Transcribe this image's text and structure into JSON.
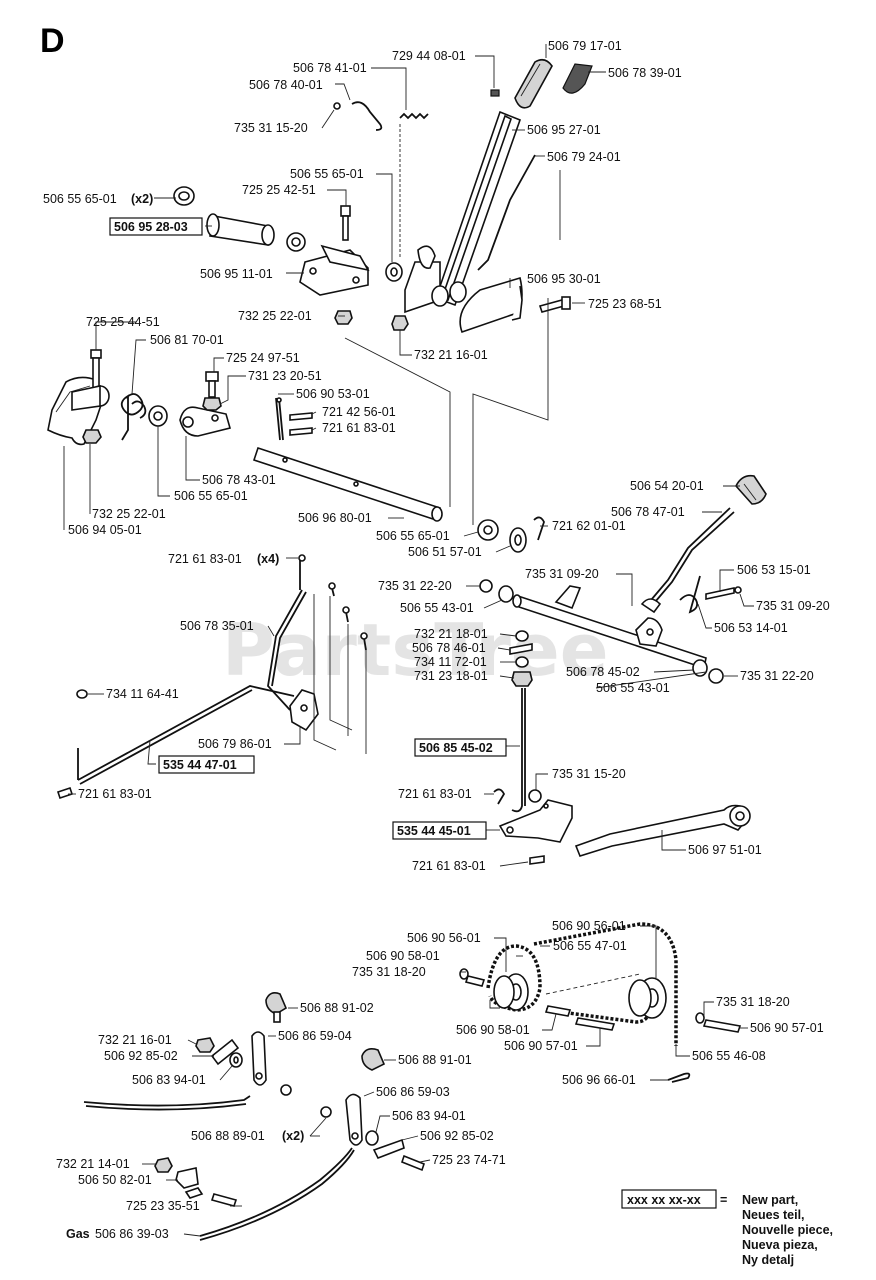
{
  "section_letter": "D",
  "watermark": "PartsTree",
  "labels": {
    "p_506791701": "506 79 17-01",
    "p_729440801": "729 44 08-01",
    "p_506784101": "506 78 41-01",
    "p_506784001": "506 78 40-01",
    "p_506783901": "506 78 39-01",
    "p_735311520a": "735 31 15-20",
    "p_506952701": "506 95 27-01",
    "p_506792401": "506 79 24-01",
    "p_506556501a": "506 55 65-01",
    "p_725254251": "725 25 42-51",
    "p_506556501b": "506 55 65-01",
    "x2a": "(x2)",
    "p_506952803": "506 95 28-03",
    "p_506951101": "506 95 11-01",
    "p_506953001": "506 95 30-01",
    "p_725236851": "725 23 68-51",
    "p_732252201a": "732 25 22-01",
    "p_732211601": "732 21 16-01",
    "p_725254451": "725 25 44-51",
    "p_506817001": "506 81 70-01",
    "p_725249751": "725 24 97-51",
    "p_731232051": "731 23 20-51",
    "p_506905301": "506 90 53-01",
    "p_721425601": "721 42 56-01",
    "p_721618301a": "721 61 83-01",
    "p_506784301": "506 78 43-01",
    "p_506556501c": "506 55 65-01",
    "p_732252201b": "732 25 22-01",
    "p_506940501": "506 94 05-01",
    "p_506968001": "506 96 80-01",
    "p_506542001": "506 54 20-01",
    "p_506784701": "506 78 47-01",
    "p_721620101": "721 62 01-01",
    "p_506556501d": "506 55 65-01",
    "p_506515701": "506 51 57-01",
    "p_721618301b": "721 61 83-01",
    "x4": "(x4)",
    "p_735312220a": "735 31 22-20",
    "p_735310920a": "735 31 09-20",
    "p_506531501": "506 53 15-01",
    "p_506554301a": "506 55 43-01",
    "p_735310920b": "735 31 09-20",
    "p_506783501": "506 78 35-01",
    "p_506531401": "506 53 14-01",
    "p_732211801": "732 21 18-01",
    "p_506784601": "506 78 46-01",
    "p_734117201": "734 11 72-01",
    "p_506784502": "506 78 45-02",
    "p_735312220b": "735 31 22-20",
    "p_731231801": "731 23 18-01",
    "p_506554301b": "506 55 43-01",
    "p_734116441": "734 11 64-41",
    "p_506798601": "506 79 86-01",
    "p_506854502": "506 85 45-02",
    "p_535444701": "535 44 47-01",
    "p_735311520b": "735 31 15-20",
    "p_721618301c": "721 61 83-01",
    "p_721618301d": "721 61 83-01",
    "p_535444501": "535 44 45-01",
    "p_506975101": "506 97 51-01",
    "p_721618301e": "721 61 83-01",
    "p_506905601a": "506 90 56-01",
    "p_506905601b": "506 90 56-01",
    "p_506905801a": "506 90 58-01",
    "p_506554701": "506 55 47-01",
    "p_735311820a": "735 31 18-20",
    "p_506889102a": "506 88 91-02",
    "p_735311820b": "735 31 18-20",
    "p_732211601b": "732 21 16-01",
    "p_506865904": "506 86 59-04",
    "p_506905801b": "506 90 58-01",
    "p_506905701a": "506 90 57-01",
    "p_506928502a": "506 92 85-02",
    "p_506905701b": "506 90 57-01",
    "p_506554608": "506 55 46-08",
    "p_506839401a": "506 83 94-01",
    "p_506889101": "506 88 91-01",
    "p_506966601": "506 96 66-01",
    "p_506865903": "506 86 59-03",
    "p_506839401b": "506 83 94-01",
    "p_506888901": "506 88 89-01",
    "x2b": "(x2)",
    "p_506928502b": "506 92 85-02",
    "p_732211401": "732 21 14-01",
    "p_725237471": "725 23 74-71",
    "p_506508201": "506 50 82-01",
    "p_725233551": "725 23 35-51",
    "gas": "Gas",
    "p_506863903": "506 86 39-03"
  },
  "legend": {
    "key_box": "xxx xx xx-xx",
    "equals": "=",
    "lines": [
      "New part,",
      "Neues teil,",
      "Nouvelle piece,",
      "Nueva pieza,",
      "Ny detalj"
    ]
  }
}
